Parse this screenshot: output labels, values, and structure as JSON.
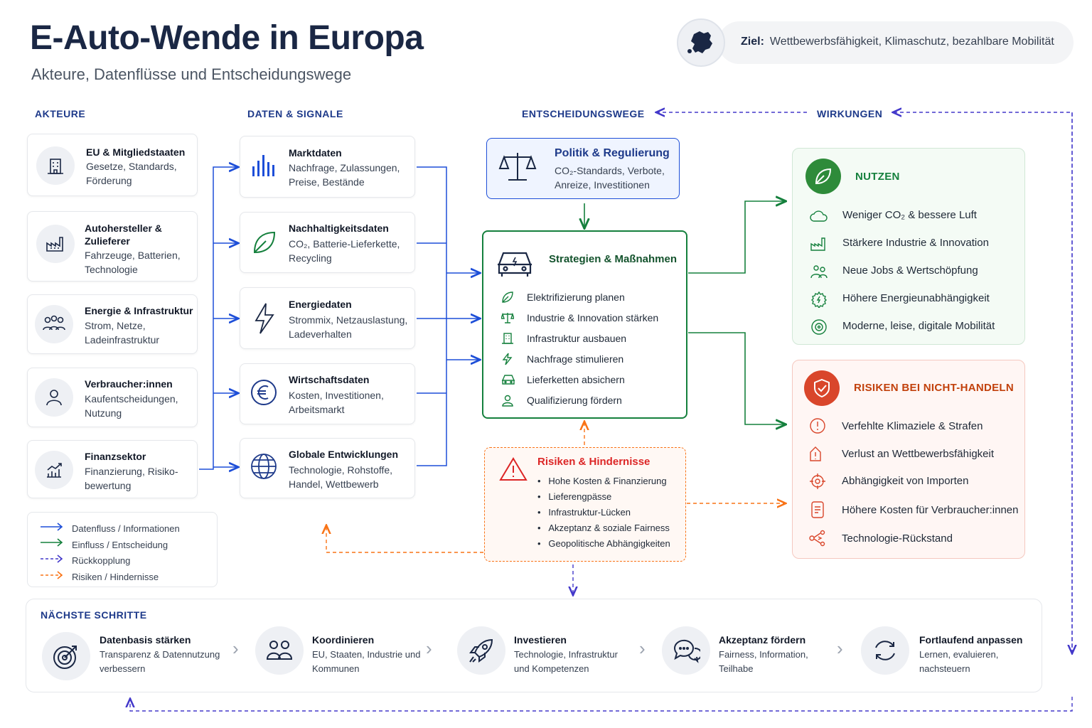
{
  "header": {
    "title": "E-Auto-Wende in Europa",
    "subtitle": "Akteure, Datenflüsse und Entscheidungswege",
    "goal_label": "Ziel:",
    "goal_text": "Wettbewerbsfähigkeit, Klimaschutz, bezahlbare Mobilität"
  },
  "columns": {
    "akteure": "AKTEURE",
    "daten": "DATEN & SIGNALE",
    "entscheidung": "ENTSCHEIDUNGSWEGE",
    "wirkungen": "WIRKUNGEN"
  },
  "actors": [
    {
      "title": "EU & Mitgliedstaaten",
      "text": "Gesetze, Standards, Förderung",
      "icon": "building-icon"
    },
    {
      "title": "Autohersteller & Zulieferer",
      "text": "Fahrzeuge, Batterien, Technologie",
      "icon": "factory-icon"
    },
    {
      "title": "Energie & Infrastruktur",
      "text": "Strom, Netze, Ladeinfrastruktur",
      "icon": "people-group-icon"
    },
    {
      "title": "Verbraucher:innen",
      "text": "Kaufentscheidungen, Nutzung",
      "icon": "person-icon"
    },
    {
      "title": "Finanzsektor",
      "text": "Finanzierung, Risiko-bewertung",
      "icon": "chart-growth-icon"
    }
  ],
  "data_signals": [
    {
      "title": "Marktdaten",
      "text": "Nachfrage, Zulassungen, Preise, Bestände",
      "icon": "bar-chart-icon"
    },
    {
      "title": "Nachhaltigkeitsdaten",
      "text": "CO₂, Batterie-Lieferkette, Recycling",
      "icon": "leaf-icon"
    },
    {
      "title": "Energiedaten",
      "text": "Strommix, Netzauslastung, Ladeverhalten",
      "icon": "lightning-icon"
    },
    {
      "title": "Wirtschaftsdaten",
      "text": "Kosten, Investitionen, Arbeitsmarkt",
      "icon": "euro-icon"
    },
    {
      "title": "Globale Entwicklungen",
      "text": "Technologie, Rohstoffe, Handel, Wettbewerb",
      "icon": "globe-icon"
    }
  ],
  "policy": {
    "title": "Politik & Regulierung",
    "text": "CO₂-Standards, Verbote, Anreize, Investitionen"
  },
  "strategies": {
    "title": "Strategien & Maßnahmen",
    "items": [
      "Elektrifizierung planen",
      "Industrie & Innovation stärken",
      "Infrastruktur ausbauen",
      "Nachfrage stimulieren",
      "Lieferketten absichern",
      "Qualifizierung fördern"
    ]
  },
  "obstacles": {
    "title": "Risiken & Hindernisse",
    "items": [
      "Hohe Kosten & Finanzierung",
      "Lieferengpässe",
      "Infrastruktur-Lücken",
      "Akzeptanz & soziale Fairness",
      "Geopolitische Abhängigkeiten"
    ]
  },
  "benefits": {
    "title": "NUTZEN",
    "items": [
      "Weniger CO₂ & bessere Luft",
      "Stärkere Industrie & Innovation",
      "Neue Jobs & Wertschöpfung",
      "Höhere Energieunabhängigkeit",
      "Moderne, leise, digitale Mobilität"
    ]
  },
  "risks": {
    "title": "RISIKEN BEI NICHT-HANDELN",
    "items": [
      "Verfehlte Klimaziele & Strafen",
      "Verlust an Wettbewerbsfähigkeit",
      "Abhängigkeit von Importen",
      "Höhere Kosten für Verbraucher:innen",
      "Technologie-Rückstand"
    ]
  },
  "legend": {
    "items": [
      "Datenfluss / Informationen",
      "Einfluss / Entscheidung",
      "Rückkopplung",
      "Risiken / Hindernisse"
    ]
  },
  "next_steps": {
    "title": "NÄCHSTE SCHRITTE",
    "steps": [
      {
        "title": "Datenbasis stärken",
        "text": "Transparenz & Datennutzung verbessern"
      },
      {
        "title": "Koordinieren",
        "text": "EU, Staaten, Industrie und Kommunen"
      },
      {
        "title": "Investieren",
        "text": "Technologie, Infrastruktur und Kompetenzen"
      },
      {
        "title": "Akzeptanz fördern",
        "text": "Fairness, Information, Teilhabe"
      },
      {
        "title": "Fortlaufend anpassen",
        "text": "Lernen, evaluieren, nachsteuern"
      }
    ]
  },
  "colors": {
    "navy": "#1a2744",
    "blue": "#1d4ed8",
    "green": "#15803d",
    "orange": "#f97316",
    "red": "#c2410c",
    "purple": "#4338ca"
  }
}
